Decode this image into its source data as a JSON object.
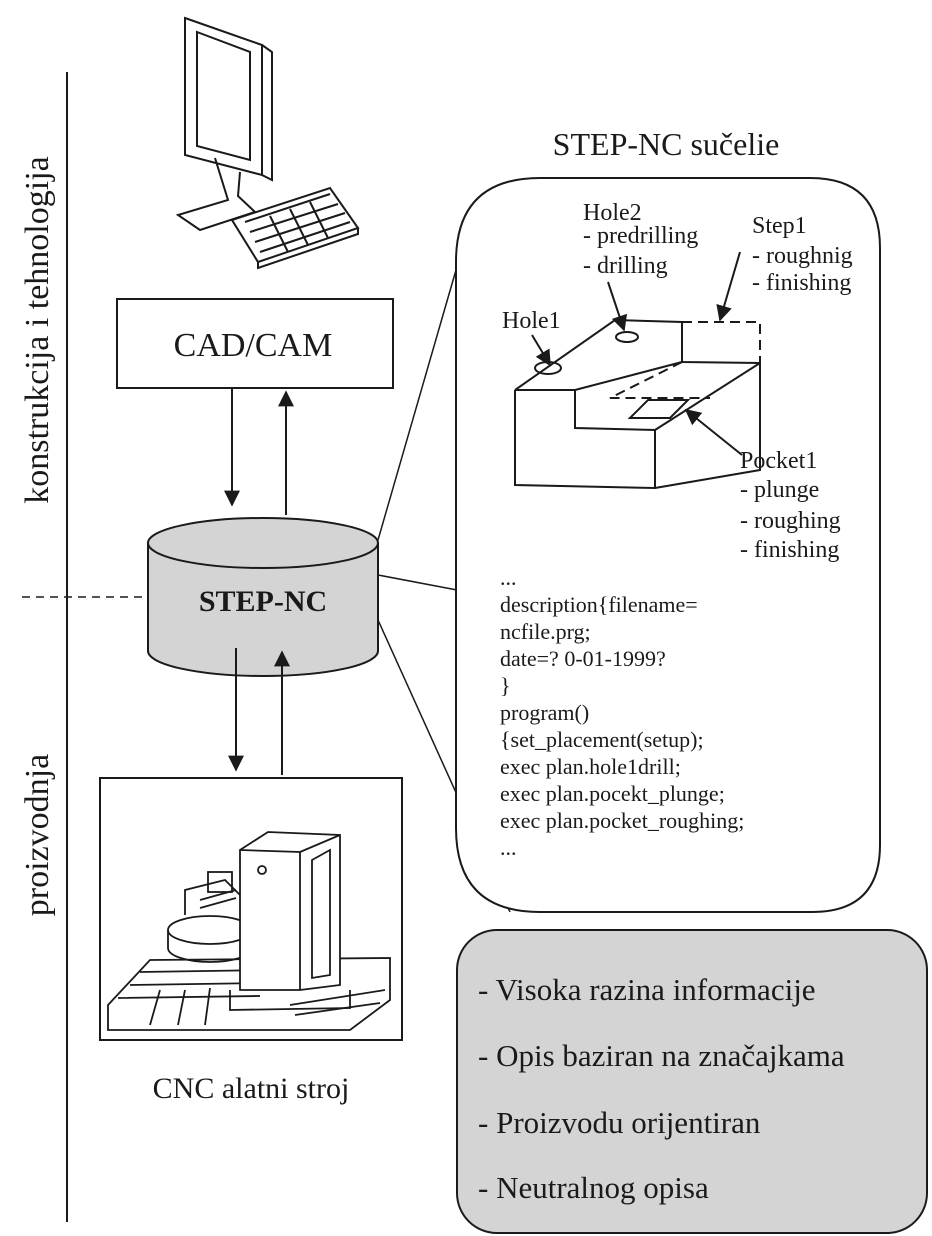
{
  "side_labels": {
    "top": "konstrukcija i tehnologija",
    "bottom": "proizvodnja"
  },
  "cad_cam": "CAD/CAM",
  "database": "STEP-NC",
  "machine_label": "CNC alatni stroj",
  "interface_title": "STEP-NC sučelie",
  "features": {
    "hole2": [
      "Hole2",
      "- predrilling",
      "- drilling"
    ],
    "step1": [
      "Step1",
      "- roughnig",
      "- finishing"
    ],
    "hole1": [
      "Hole1"
    ],
    "pocket1": [
      "Pocket1",
      "- plunge",
      "- roughing",
      "- finishing"
    ]
  },
  "code_lines": [
    "...",
    "description{filename=",
    "ncfile.prg;",
    "date=? 0-01-1999?",
    "}",
    "program()",
    "{set_placement(setup);",
    "exec plan.hole1drill;",
    "exec plan.pocekt_plunge;",
    "exec plan.pocket_roughing;",
    "..."
  ],
  "benefits": [
    "- Visoka  razina informacije",
    "- Opis baziran na značajkama",
    "- Proizvodu orijentiran",
    "- Neutralnog opisa"
  ],
  "colors": {
    "database_fill": "#d4d4d4",
    "benefits_fill": "#d4d4d4",
    "line": "#1a1a1a"
  }
}
